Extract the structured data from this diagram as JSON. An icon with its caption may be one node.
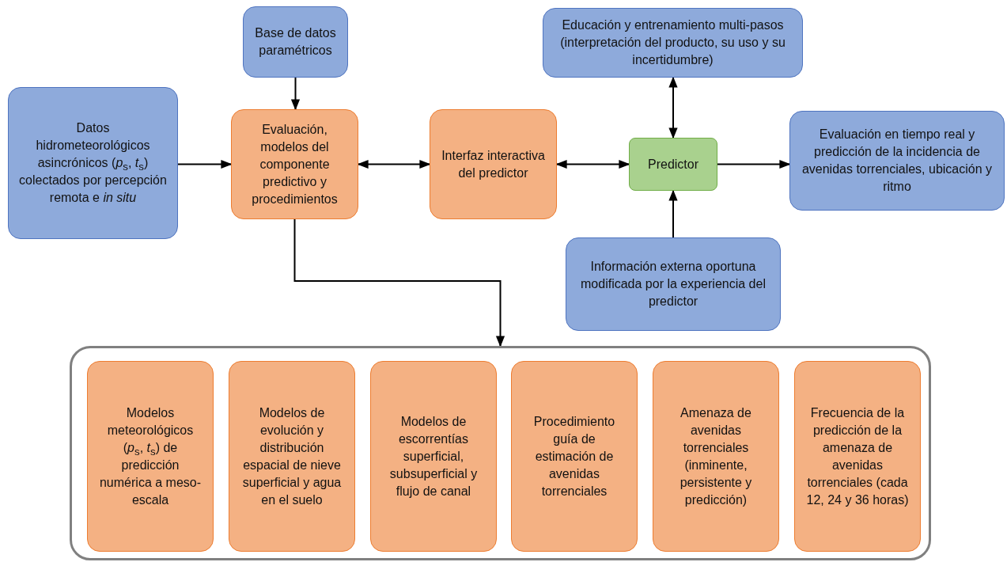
{
  "diagram": {
    "nodes": [
      {
        "text": [
          "Datos hidrometeorológicos asincrónicos (*p*$_{s}$, *t*$_{s}$) colectados por percepción remota e *in situ*"
        ]
      },
      {
        "text": [
          "Base de datos paramétricos"
        ]
      },
      {
        "text": [
          "Evaluación, modelos del componente predictivo y procedimientos"
        ]
      },
      {
        "text": [
          "Interfaz interactiva del predictor"
        ]
      },
      {
        "text": [
          "Predictor"
        ]
      },
      {
        "text": [
          "Educación y entrenamiento multi-pasos (interpretación del producto, su uso y su incertidumbre)"
        ]
      },
      {
        "text": [
          "Evaluación en tiempo real y predicción de la incidencia de avenidas torrenciales, ubicación y ritmo"
        ]
      },
      {
        "text": [
          "Información externa oportuna modificada por la experiencia del predictor"
        ]
      },
      {
        "text": [],
        "shape": "box"
      },
      {
        "text": [
          "Modelos meteorológicos (*p*$_{s}$, *t*$_{s}$) de predicción numérica a meso-escala"
        ],
        "in": 8
      },
      {
        "text": [
          "Modelos de evolución y distribución espacial de nieve superficial y agua en el suelo"
        ],
        "in": 8
      },
      {
        "text": [
          "Modelos de escorrentías superficial, subsuperficial y flujo de canal"
        ],
        "in": 8
      },
      {
        "text": [
          "Procedimiento guía de estimación de avenidas torrenciales"
        ],
        "in": 8
      },
      {
        "text": [
          "Amenaza de avenidas torrenciales (inminente, persistente y predicción)"
        ],
        "in": 8
      },
      {
        "text": [
          "Frecuencia de la predicción de la amenaza de avenidas torrenciales (cada 12, 24 y 36 horas)"
        ],
        "in": 8
      }
    ],
    "edges": [
      {
        "from": 0,
        "to": 2,
        "arrow": "to"
      },
      {
        "from": 1,
        "to": 2,
        "arrow": "to"
      },
      {
        "from": 2,
        "to": 3,
        "arrow": "both"
      },
      {
        "from": 3,
        "to": 4,
        "arrow": "both"
      },
      {
        "from": 4,
        "to": 5,
        "arrow": "both"
      },
      {
        "from": 4,
        "to": 6,
        "arrow": "to"
      },
      {
        "from": 7,
        "to": 4,
        "arrow": "to"
      },
      {
        "from": 2,
        "to": 8,
        "arrow": "to"
      }
    ]
  }
}
